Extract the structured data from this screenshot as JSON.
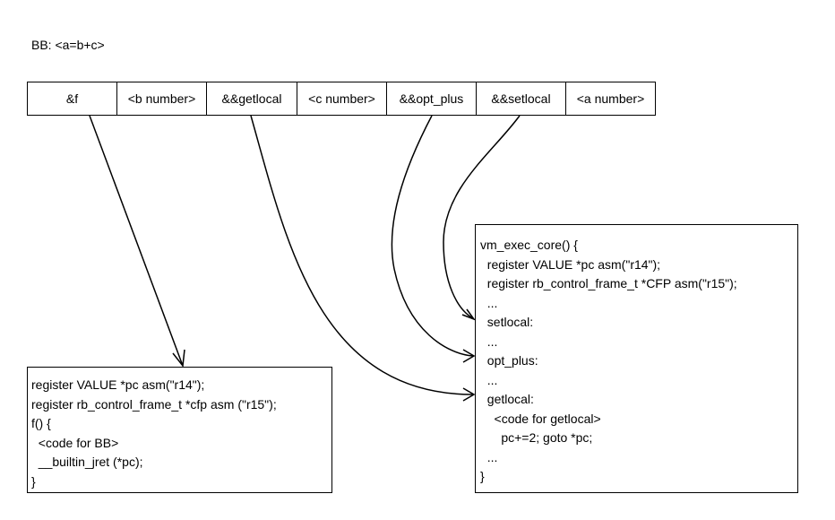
{
  "bb_label": "BB: <a=b+c>",
  "cells": [
    "&f",
    "<b number>",
    "&&getlocal",
    "<c number>",
    "&&opt_plus",
    "&&setlocal",
    "<a number>"
  ],
  "code_left": [
    "register VALUE *pc asm(\"r14\");",
    "register rb_control_frame_t *cfp asm (\"r15\");",
    "f() {",
    "  <code for BB>",
    "  __builtin_jret (*pc);",
    "}"
  ],
  "code_right": [
    "vm_exec_core() {",
    "  register VALUE *pc asm(\"r14\");",
    "  register rb_control_frame_t *CFP asm(\"r15\");",
    "  ...",
    "  setlocal:",
    "  ...",
    "  opt_plus:",
    "  ...",
    "  getlocal:",
    "    <code for getlocal>",
    "      pc+=2; goto *pc;",
    "  ...",
    "}"
  ],
  "colors": {
    "line": "#000000",
    "background": "#ffffff"
  }
}
